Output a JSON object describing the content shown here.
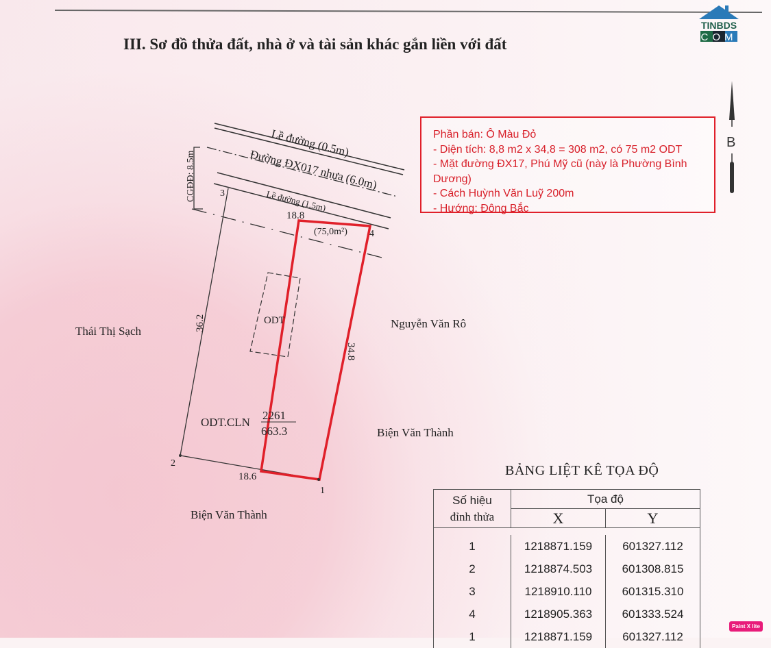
{
  "title": "III. Sơ đồ thửa đất, nhà ở và tài sản khác gắn liền với đất",
  "logo": {
    "line1": "TINBDS",
    "line2": "COM"
  },
  "north_label": "B",
  "note": {
    "lines": [
      "Phần bán: Ô Màu Đỏ",
      "- Diện tích: 8,8 m2 x 34,8 = 308 m2, có 75 m2 ODT",
      "- Mặt đường ĐX17, Phú Mỹ cũ (này là Phường Bình",
      "Dương)",
      "- Cách Huỳnh Văn Luỹ 200m",
      "- Hướng: Đông Bắc"
    ],
    "color": "#e0202a"
  },
  "diagram": {
    "road_edge_top": "Lề đường (0.5m)",
    "road": "Đường ĐX017  nhựa (6.0m)",
    "road_edge_bottom": "Lề đường (1.5m)",
    "cgdd": "CGĐĐ: 8.5m",
    "top_length": "18.8",
    "bottom_length": "18.6",
    "left_length": "36.2",
    "right_length": "34.8",
    "corridor_area": "(75,0m²)",
    "odt": "ODT",
    "land_type": "ODT.CLN",
    "parcel_no": "2261",
    "parcel_area": "663.3",
    "points": [
      "1",
      "2",
      "3",
      "4"
    ],
    "neighbors": {
      "west": "Thái Thị Sạch",
      "east_top": "Nguyễn Văn Rô",
      "east_bottom": "Biện Văn Thành",
      "south": "Biện Văn Thành"
    }
  },
  "table": {
    "title": "BẢNG LIỆT KÊ TỌA ĐỘ",
    "header_point": [
      "Số hiệu",
      "đỉnh thửa"
    ],
    "header_coord": "Tọa độ",
    "header_x": "X",
    "header_y": "Y",
    "rows": [
      {
        "pt": "1",
        "x": "1218871.159",
        "y": "601327.112"
      },
      {
        "pt": "2",
        "x": "1218874.503",
        "y": "601308.815"
      },
      {
        "pt": "3",
        "x": "1218910.110",
        "y": "601315.310"
      },
      {
        "pt": "4",
        "x": "1218905.363",
        "y": "601333.524"
      },
      {
        "pt": "1",
        "x": "1218871.159",
        "y": "601327.112"
      }
    ]
  },
  "badge": "Paint X lite"
}
